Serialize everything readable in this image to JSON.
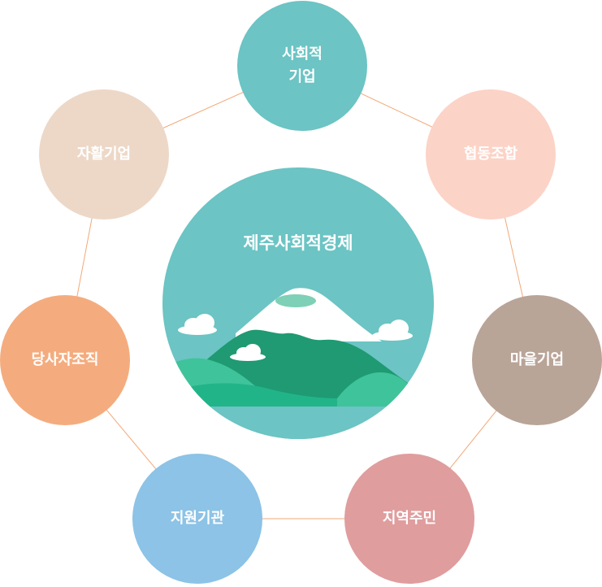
{
  "center": {
    "title": "제주사회적경제"
  },
  "nodes": {
    "social_enterprise": {
      "label": "사회적\n기업"
    },
    "cooperative": {
      "label": "협동조합"
    },
    "village_enterprise": {
      "label": "마을기업"
    },
    "residents": {
      "label": "지역주민"
    },
    "support_agency": {
      "label": "지원기관"
    },
    "party_org": {
      "label": "당사자조직"
    },
    "self_support": {
      "label": "자활기업"
    }
  },
  "colors": {
    "ring": "#f2a877",
    "social_enterprise": "#6cc4c4",
    "cooperative": "#fcd3c7",
    "village_enterprise": "#b9a498",
    "residents": "#e09d9e",
    "support_agency": "#8cc3e6",
    "party_org": "#f4ac7e",
    "self_support": "#edd8c8",
    "center": "#6cc4c4",
    "mountain_dark": "#1f9a72",
    "mountain_light": "#3fc39a",
    "snow": "#ffffff"
  }
}
